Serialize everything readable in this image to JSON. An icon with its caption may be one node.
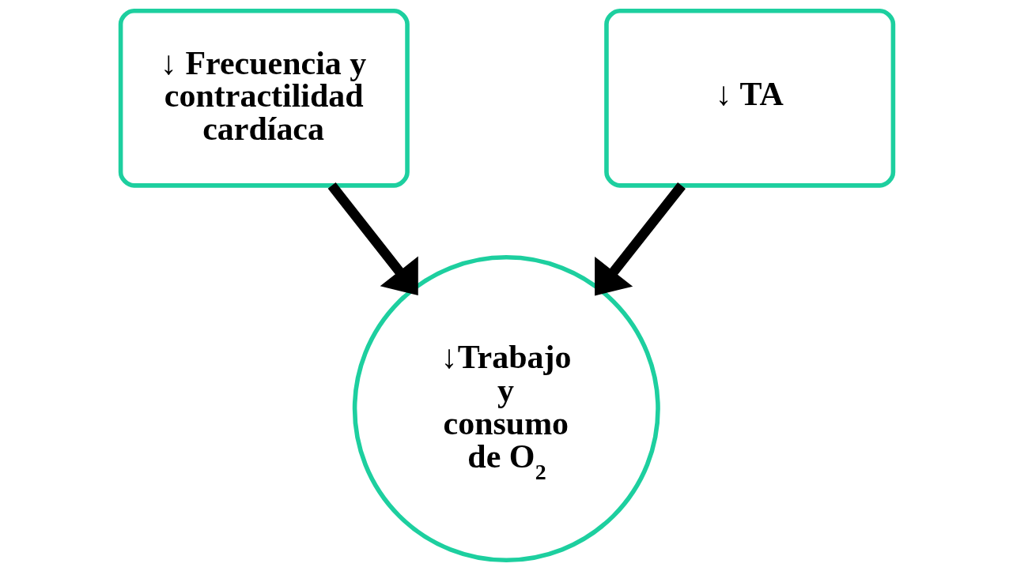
{
  "diagram": {
    "nodes": [
      {
        "text": [
          "↓ Frecuencia y contractilidad cardíaca"
        ]
      },
      {
        "text": [
          "↓ TA"
        ]
      },
      {
        "text": [
          "↓Trabajo y consumo de O$_{2}$"
        ]
      }
    ],
    "edges": [
      {
        "from": 0,
        "to": 2,
        "arrow": "to"
      },
      {
        "from": 1,
        "to": 2,
        "arrow": "to"
      }
    ]
  }
}
